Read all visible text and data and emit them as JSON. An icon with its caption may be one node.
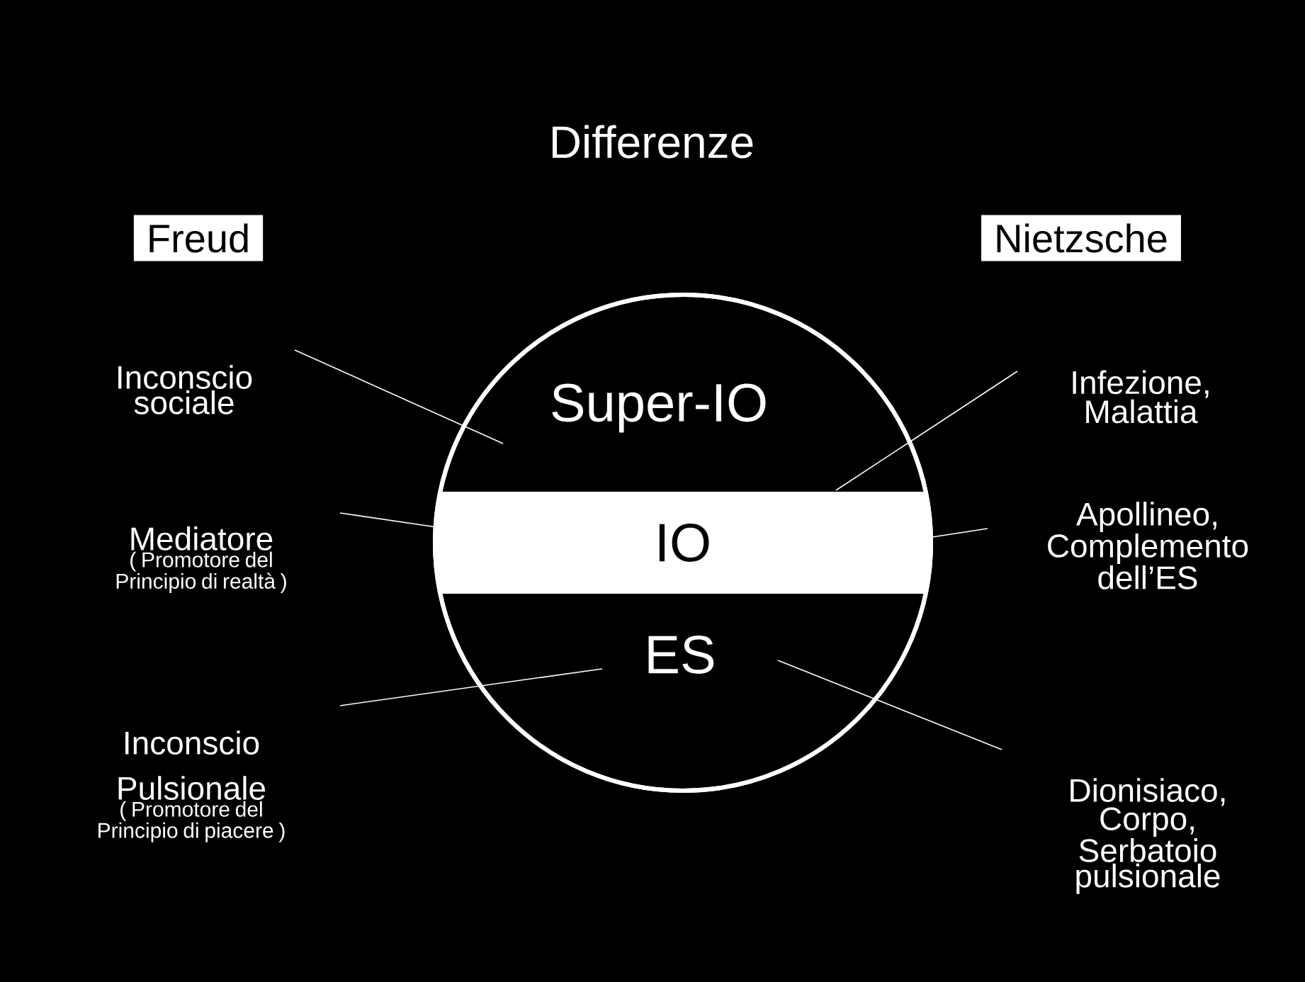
{
  "diagram": {
    "title": "Differenze",
    "nodes": [
      {
        "text": [
          "Freud"
        ]
      },
      {
        "text": [
          "Nietzsche"
        ]
      },
      {
        "text": [],
        "shape": "circle"
      },
      {
        "text": [
          "Super-IO"
        ],
        "in": 2
      },
      {
        "text": [
          "IO"
        ],
        "in": 2
      },
      {
        "text": [
          "ES"
        ],
        "in": 2
      },
      {
        "text": [
          "Inconscio sociale"
        ]
      },
      {
        "text": [
          "Mediatore",
          "( Promotore del Principio di realtà )"
        ]
      },
      {
        "text": [
          "Inconscio Pulsionale",
          "( Promotore del Principio di piacere )"
        ]
      },
      {
        "text": [
          "Infezione, Malattia"
        ]
      },
      {
        "text": [
          "Apollineo, Complemento dell’ES"
        ]
      },
      {
        "text": [
          "Dionisiaco, Corpo, Serbatoio pulsionale"
        ]
      }
    ],
    "edges": [
      {
        "from": 6,
        "to": 3,
        "arrow": "none"
      },
      {
        "from": 7,
        "to": 4,
        "arrow": "none"
      },
      {
        "from": 8,
        "to": 5,
        "arrow": "none"
      },
      {
        "from": 9,
        "to": 4,
        "arrow": "none"
      },
      {
        "from": 10,
        "to": 4,
        "arrow": "none"
      },
      {
        "from": 11,
        "to": 5,
        "arrow": "none"
      }
    ]
  }
}
